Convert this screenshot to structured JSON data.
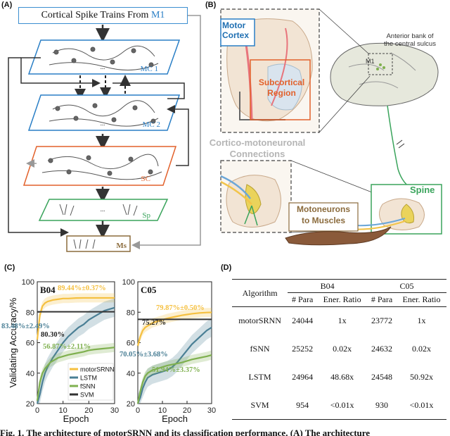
{
  "panels": {
    "a": "(A)",
    "b": "(B)",
    "c": "(C)",
    "d": "(D)"
  },
  "panel_a": {
    "title_prefix": "Cortical Spike Trains From ",
    "title_m1": "M1",
    "layers": [
      "MC 1",
      "MC 2",
      "SC",
      "Sp",
      "Ms"
    ],
    "dots": "..."
  },
  "panel_b": {
    "motor_cortex_line1": "Motor",
    "motor_cortex_line2": "Cortex",
    "subcortical_line1": "Subcortical",
    "subcortical_line2": "Region",
    "connections_line1": "Cortico-motoneuronal",
    "connections_line2": "Connections",
    "anterior_line1": "Anterior bank of",
    "anterior_line2": "the central sulcus",
    "m1": "M1",
    "spine": "Spine",
    "motoneurons_line1": "Motoneurons",
    "motoneurons_line2": "to Muscles"
  },
  "chart_data": [
    {
      "type": "line",
      "title": "B04",
      "ylabel": "Validating Accuracy/%",
      "xlabel": "Epoch",
      "xlim": [
        0,
        30
      ],
      "ylim": [
        20,
        100
      ],
      "xticks": [
        "0",
        "10",
        "20",
        "30"
      ],
      "yticks": [
        "20",
        "40",
        "60",
        "80",
        "100"
      ],
      "series": [
        {
          "name": "motorSRNN",
          "color": "#f5c040",
          "x": [
            0,
            1,
            2,
            3,
            4,
            5,
            6,
            8,
            10,
            12,
            15,
            18,
            20,
            22,
            25,
            28,
            30
          ],
          "y": [
            62,
            78,
            84,
            86,
            87,
            87.5,
            88,
            88.5,
            89,
            89,
            89.3,
            89.4,
            89.4,
            89.4,
            89.4,
            89.4,
            89.4
          ]
        },
        {
          "name": "LSTM",
          "color": "#4a7f95",
          "x": [
            0,
            1,
            2,
            3,
            4,
            5,
            6,
            8,
            10,
            12,
            14,
            16,
            18,
            20,
            22,
            24,
            26,
            28,
            30
          ],
          "y": [
            20,
            26,
            34,
            40,
            44,
            47,
            50,
            55,
            60,
            64,
            67,
            70,
            72,
            75,
            77,
            79,
            81,
            82,
            83
          ]
        },
        {
          "name": "fSNN",
          "color": "#7fb04f",
          "x": [
            0,
            1,
            2,
            3,
            4,
            5,
            6,
            8,
            10,
            12,
            15,
            18,
            20,
            22,
            25,
            28,
            30
          ],
          "y": [
            22,
            34,
            40,
            43,
            45,
            47,
            48,
            50,
            51,
            52,
            53,
            54,
            55,
            55.5,
            56,
            56.5,
            56.9
          ]
        },
        {
          "name": "SVM",
          "color": "#333333",
          "x": [
            0,
            30
          ],
          "y": [
            80.3,
            80.3
          ]
        }
      ],
      "annotations": [
        "89.44%±0.37%",
        "80.30%",
        "83.48%±2.49%",
        "56.87%±2.11%"
      ]
    },
    {
      "type": "line",
      "title": "C05",
      "xlabel": "Epoch",
      "xlim": [
        0,
        30
      ],
      "ylim": [
        20,
        100
      ],
      "xticks": [
        "0",
        "10",
        "20",
        "30"
      ],
      "yticks": [
        "20",
        "40",
        "60",
        "80",
        "100"
      ],
      "series": [
        {
          "name": "motorSRNN",
          "color": "#f5c040",
          "x": [
            0,
            1,
            2,
            3,
            4,
            5,
            6,
            8,
            10,
            12,
            15,
            18,
            20,
            22,
            25,
            28,
            30
          ],
          "y": [
            58,
            64,
            68,
            70,
            71,
            72,
            73,
            74,
            75,
            76,
            77,
            78,
            78.5,
            79,
            79.5,
            79.8,
            79.9
          ]
        },
        {
          "name": "LSTM",
          "color": "#4a7f95",
          "x": [
            0,
            1,
            2,
            3,
            4,
            5,
            6,
            8,
            10,
            12,
            14,
            16,
            18,
            20,
            22,
            24,
            26,
            28,
            30
          ],
          "y": [
            20,
            24,
            30,
            34,
            37,
            38,
            39,
            40,
            41,
            42,
            44,
            47,
            51,
            55,
            59,
            62,
            65,
            68,
            70
          ]
        },
        {
          "name": "fSNN",
          "color": "#7fb04f",
          "x": [
            0,
            1,
            2,
            3,
            4,
            5,
            6,
            8,
            10,
            12,
            15,
            18,
            20,
            22,
            25,
            28,
            30
          ],
          "y": [
            20,
            28,
            34,
            38,
            40,
            41,
            42,
            43,
            44,
            45,
            46,
            47,
            48,
            49,
            50,
            51,
            51.9
          ]
        },
        {
          "name": "SVM",
          "color": "#333333",
          "x": [
            0,
            30
          ],
          "y": [
            75.3,
            75.3
          ]
        }
      ],
      "annotations": [
        "79.87%±0.50%",
        "75.27%",
        "70.05%±3.68%",
        "51.94%±3.37%"
      ]
    }
  ],
  "legend": [
    "motorSRNN",
    "LSTM",
    "fSNN",
    "SVM"
  ],
  "table": {
    "header_algorithm": "Algorithm",
    "groups": [
      "B04",
      "C05"
    ],
    "subheaders": [
      "# Para",
      "Ener. Ratio",
      "# Para",
      "Ener. Ratio"
    ],
    "rows": [
      {
        "name": "motorSRNN",
        "cells": [
          "24044",
          "1x",
          "23772",
          "1x"
        ]
      },
      {
        "name": "fSNN",
        "cells": [
          "25252",
          "0.02x",
          "24632",
          "0.02x"
        ]
      },
      {
        "name": "LSTM",
        "cells": [
          "24964",
          "48.68x",
          "24548",
          "50.92x"
        ]
      },
      {
        "name": "SVM",
        "cells": [
          "954",
          "<0.01x",
          "930",
          "<0.01x"
        ]
      }
    ]
  },
  "caption": "Fig. 1. The architecture of motorSRNN and its classification performance. (A) The architecture"
}
